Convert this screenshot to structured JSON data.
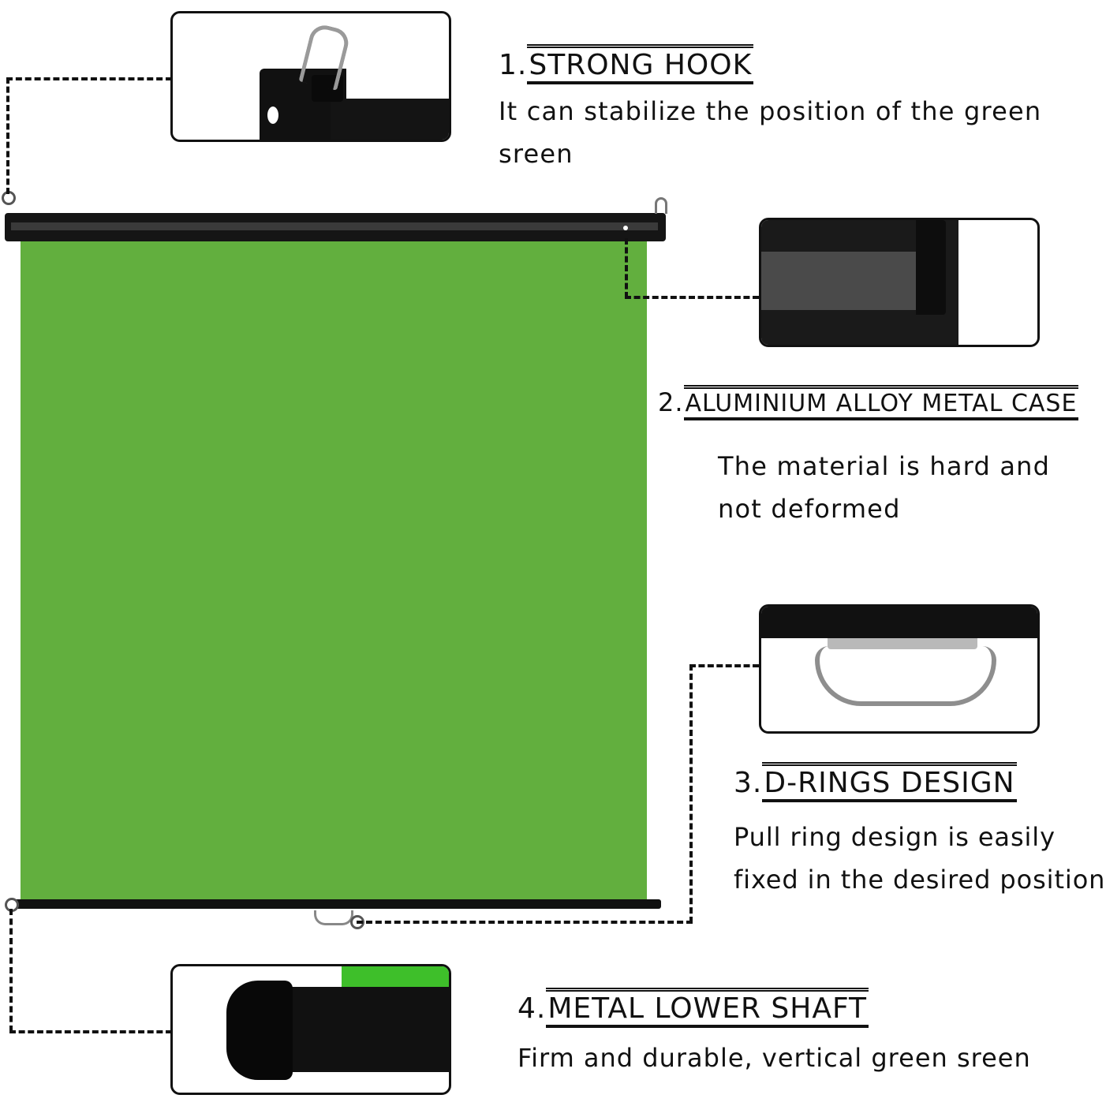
{
  "colors": {
    "screen_green": "#62af3e",
    "bar_black": "#111111",
    "line": "#111111"
  },
  "features": [
    {
      "number": "1.",
      "title": "STRONG HOOK",
      "desc_line1": "It can stabilize the position of the green",
      "desc_line2": "sreen"
    },
    {
      "number": "2.",
      "title": "ALUMINIUM ALLOY METAL CASE",
      "desc_line1": "The material is hard and",
      "desc_line2": "not deformed"
    },
    {
      "number": "3.",
      "title": "D-RINGS DESIGN",
      "desc_line1": "Pull ring design is easily",
      "desc_line2": "fixed in the desired position"
    },
    {
      "number": "4.",
      "title": "METAL LOWER SHAFT",
      "desc_line1": "Firm and durable, vertical green sreen"
    }
  ]
}
